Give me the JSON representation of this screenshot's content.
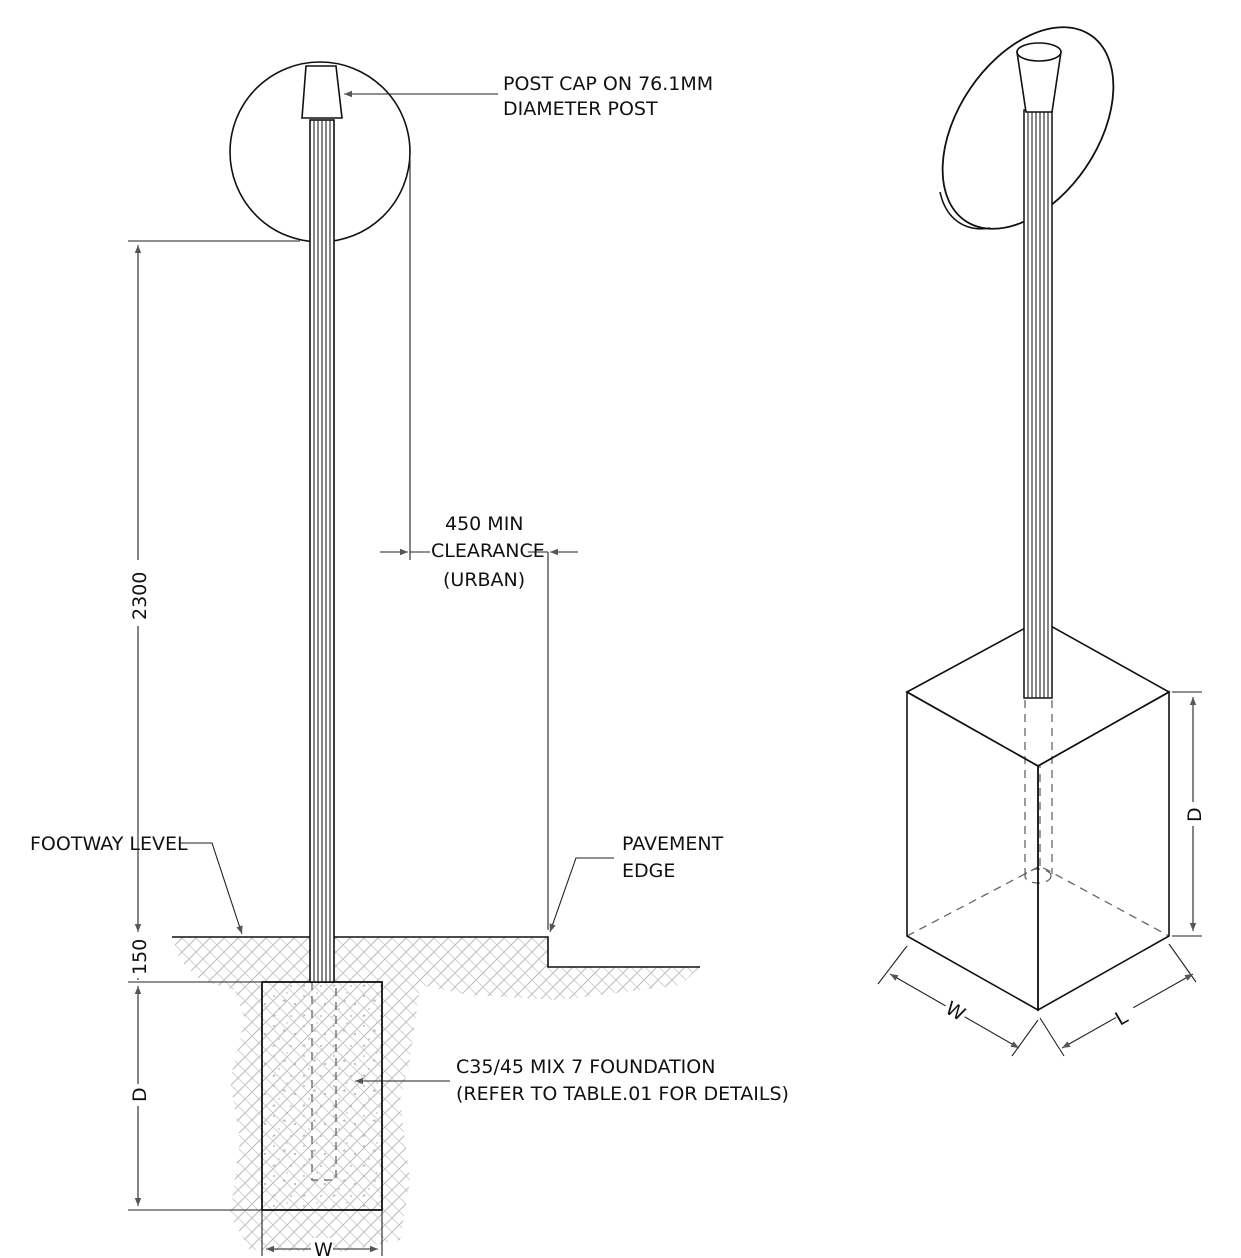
{
  "labels": {
    "post_cap_line1": "POST CAP ON 76.1MM",
    "post_cap_line2": "DIAMETER POST",
    "clearance_line1": "450 MIN",
    "clearance_line2": "CLEARANCE",
    "clearance_line3": "(URBAN)",
    "footway_level": "FOOTWAY LEVEL",
    "pavement_line1": "PAVEMENT",
    "pavement_line2": "EDGE",
    "foundation_line1": "C35/45 MIX 7 FOUNDATION",
    "foundation_line2": "(REFER TO TABLE.01 FOR DETAILS)"
  },
  "dimensions": {
    "height": "2300",
    "depth_offset": "150",
    "depth": "D",
    "width": "W",
    "iso_depth": "D",
    "iso_width": "W",
    "iso_length": "L"
  }
}
